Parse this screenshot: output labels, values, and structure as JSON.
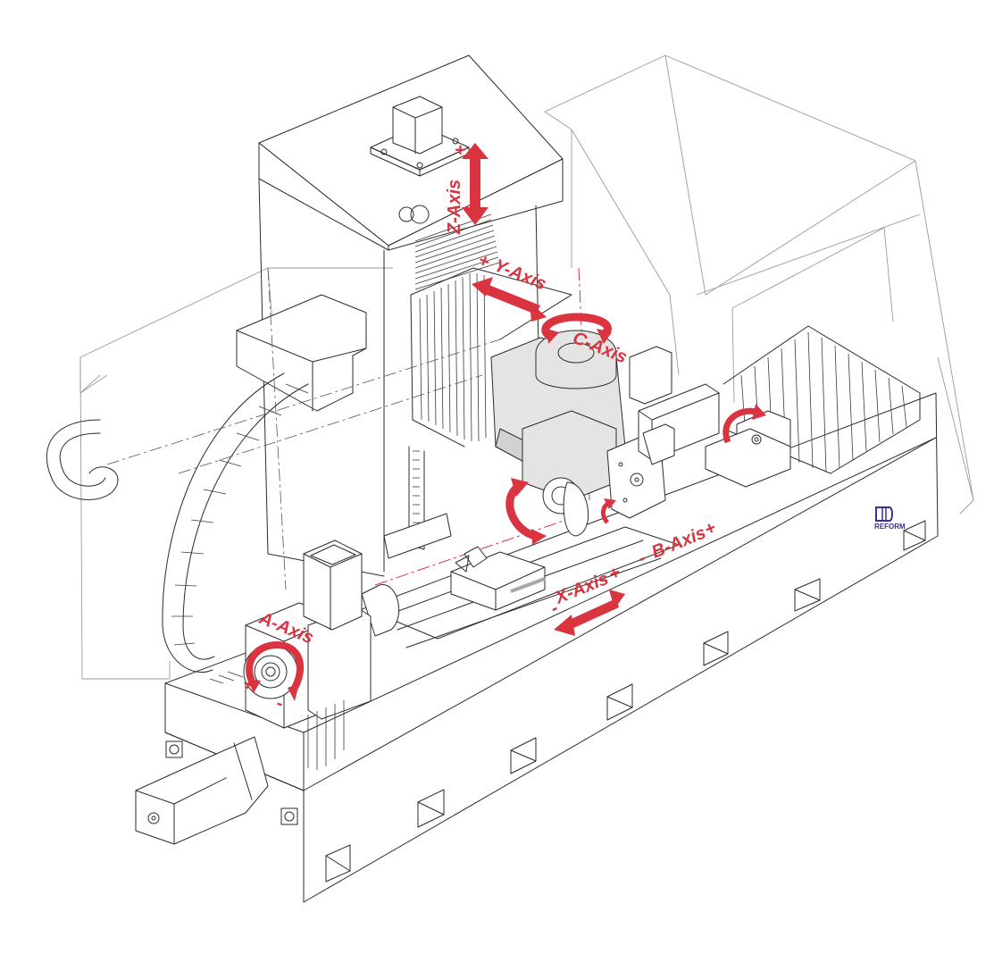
{
  "colors": {
    "accent": "#d9343f",
    "line": "#2b2b2b",
    "shade": "#e4e4e4",
    "logo": "#3b2f8f"
  },
  "labels": {
    "z_axis": "Z-Axis",
    "y_axis": "Y-Axis",
    "c_axis": "C-Axis",
    "b_axis": "B-Axis",
    "x_axis": "X-Axis",
    "a_axis": "A-Axis",
    "plus": "+",
    "minus": "-"
  },
  "logo": {
    "icon": "reform-logo-icon",
    "text": "REFORM"
  }
}
